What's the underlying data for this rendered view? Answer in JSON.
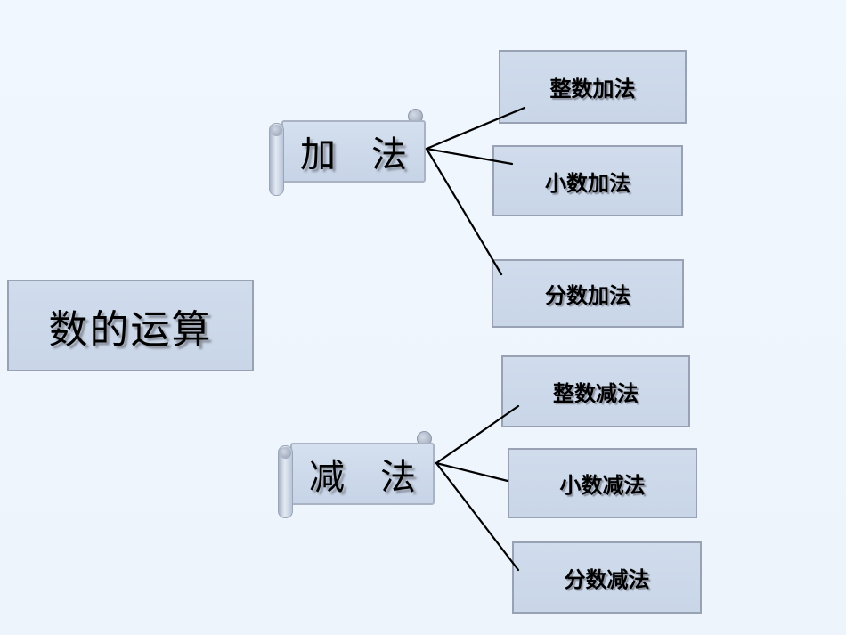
{
  "diagram": {
    "root": {
      "label": "数的运算"
    },
    "branches": [
      {
        "label": "加　法",
        "children": [
          {
            "label": "整数加法"
          },
          {
            "label": "小数加法"
          },
          {
            "label": "分数加法"
          }
        ]
      },
      {
        "label": "减　法",
        "children": [
          {
            "label": "整数减法"
          },
          {
            "label": "小数减法"
          },
          {
            "label": "分数减法"
          }
        ]
      }
    ]
  },
  "colors": {
    "background": "#eef5fd",
    "node_fill": "#ccd9ea",
    "node_border": "#98a2b4",
    "scroll_fill": "#cfdcec",
    "connector_line": "#000000"
  }
}
